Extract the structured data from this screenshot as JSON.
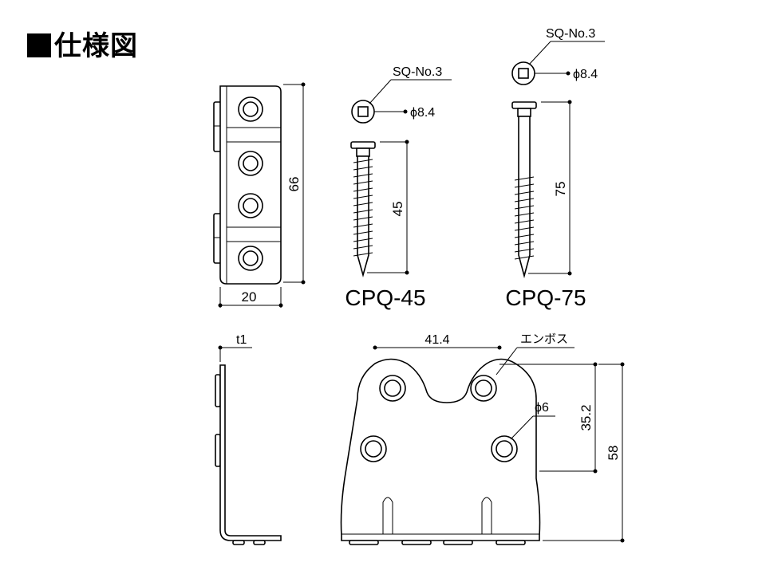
{
  "title": "仕様図",
  "screw_left": {
    "model": "CPQ-45",
    "drive": "SQ-No.3",
    "head_dia": "ϕ8.4",
    "length": "45"
  },
  "screw_right": {
    "model": "CPQ-75",
    "drive": "SQ-No.3",
    "head_dia": "ϕ8.4",
    "length": "75"
  },
  "bracket_front": {
    "height": "66",
    "width": "20"
  },
  "bracket_side": {
    "thickness": "t1"
  },
  "bracket_plate": {
    "hole_pitch": "41.4",
    "emboss_label": "エンボス",
    "hole_dia": "ϕ6",
    "hole_height": "35.2",
    "total_height": "58"
  }
}
